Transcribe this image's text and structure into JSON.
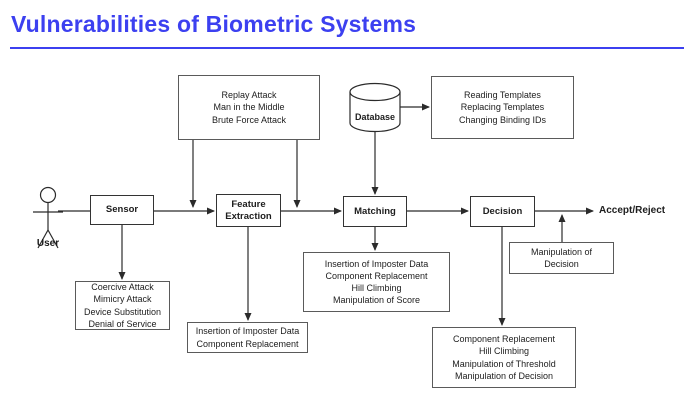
{
  "title": "Vulnerabilities of Biometric Systems",
  "colors": {
    "accent": "#3c40f0",
    "line": "#2b2b2b"
  },
  "actor": {
    "label": "User"
  },
  "pipeline": {
    "sensor": "Sensor",
    "feature_extraction": [
      "Feature",
      "Extraction"
    ],
    "matching": "Matching",
    "decision": "Decision",
    "result": "Accept/Reject"
  },
  "database": {
    "label": "Database"
  },
  "attacks": {
    "transmission_channel": [
      "Replay Attack",
      "Man in the Middle",
      "Brute Force Attack"
    ],
    "database": [
      "Reading Templates",
      "Replacing Templates",
      "Changing Binding IDs"
    ],
    "sensor": [
      "Coercive Attack",
      "Mimicry Attack",
      "Device Substitution",
      "Denial of Service"
    ],
    "feature_extraction": [
      "Insertion of Imposter Data",
      "Component Replacement"
    ],
    "matching": [
      "Insertion of Imposter Data",
      "Component Replacement",
      "Hill Climbing",
      "Manipulation of Score"
    ],
    "decision": [
      "Component Replacement",
      "Hill Climbing",
      "Manipulation of Threshold",
      "Manipulation of Decision"
    ],
    "decision_channel": [
      "Manipulation of",
      "Decision"
    ]
  }
}
